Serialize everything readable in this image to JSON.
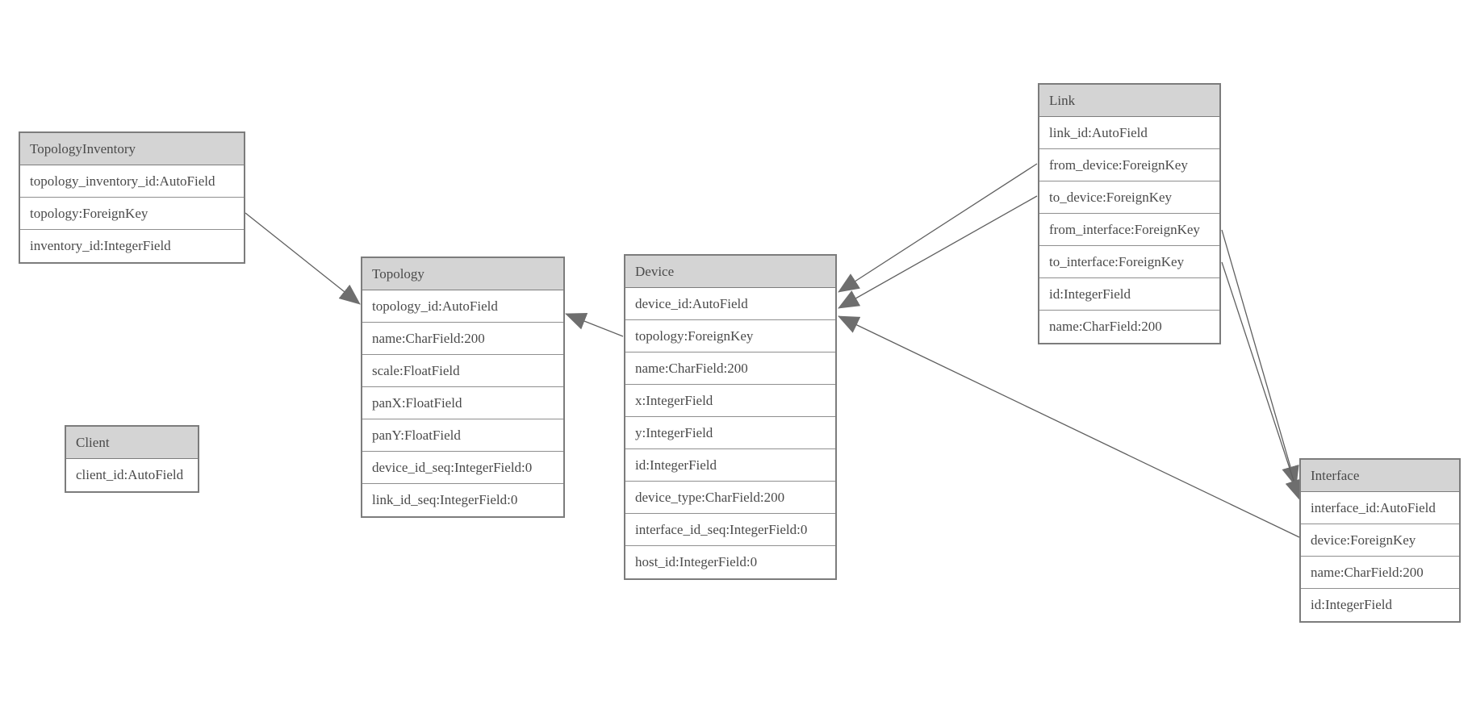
{
  "diagram": {
    "type": "entity-relationship-model-diagram",
    "colors": {
      "header_fill": "#d4d4d4",
      "border": "#7c7c7c",
      "row_divider": "#8f8f8f",
      "text": "#4a4a4a",
      "relation_line": "#5f5f5f",
      "arrowhead": "#6e6e6e",
      "background": "#ffffff"
    },
    "tables": [
      {
        "name": "TopologyInventory",
        "fields": [
          "topology_inventory_id:AutoField",
          "topology:ForeignKey",
          "inventory_id:IntegerField"
        ]
      },
      {
        "name": "Topology",
        "fields": [
          "topology_id:AutoField",
          "name:CharField:200",
          "scale:FloatField",
          "panX:FloatField",
          "panY:FloatField",
          "device_id_seq:IntegerField:0",
          "link_id_seq:IntegerField:0"
        ]
      },
      {
        "name": "Client",
        "fields": [
          "client_id:AutoField"
        ]
      },
      {
        "name": "Device",
        "fields": [
          "device_id:AutoField",
          "topology:ForeignKey",
          "name:CharField:200",
          "x:IntegerField",
          "y:IntegerField",
          "id:IntegerField",
          "device_type:CharField:200",
          "interface_id_seq:IntegerField:0",
          "host_id:IntegerField:0"
        ]
      },
      {
        "name": "Link",
        "fields": [
          "link_id:AutoField",
          "from_device:ForeignKey",
          "to_device:ForeignKey",
          "from_interface:ForeignKey",
          "to_interface:ForeignKey",
          "id:IntegerField",
          "name:CharField:200"
        ]
      },
      {
        "name": "Interface",
        "fields": [
          "interface_id:AutoField",
          "device:ForeignKey",
          "name:CharField:200",
          "id:IntegerField"
        ]
      }
    ],
    "relations": [
      {
        "from": "TopologyInventory.topology",
        "to": "Topology.topology_id"
      },
      {
        "from": "Device.topology",
        "to": "Topology.topology_id"
      },
      {
        "from": "Link.from_device",
        "to": "Device.device_id"
      },
      {
        "from": "Link.to_device",
        "to": "Device.device_id"
      },
      {
        "from": "Link.from_interface",
        "to": "Interface.interface_id"
      },
      {
        "from": "Link.to_interface",
        "to": "Interface.interface_id"
      },
      {
        "from": "Interface.device",
        "to": "Device.device_id"
      }
    ]
  }
}
